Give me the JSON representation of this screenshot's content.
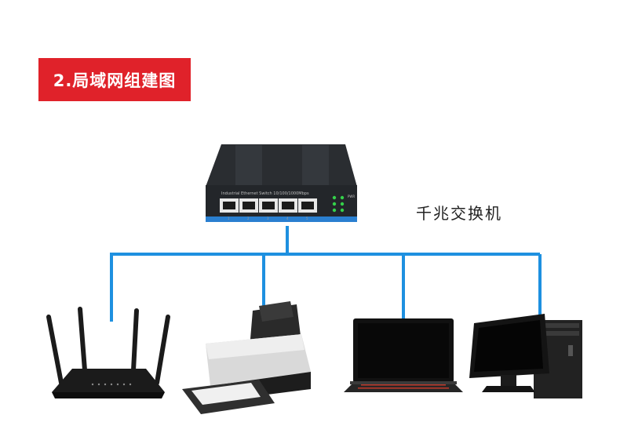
{
  "title": "2.局域网组建图",
  "switch": {
    "label": "千兆交换机",
    "panel_text": "Industrial Ethernet Switch 10/100/1000Mbps",
    "led_text": "PWR",
    "port_numbers": [
      "1",
      "2",
      "3",
      "4",
      "5"
    ]
  },
  "colors": {
    "banner": "#e0222a",
    "link": "#1e90e0",
    "device": "#1b1b1b"
  },
  "devices": [
    {
      "name": "router",
      "icon": "router-icon"
    },
    {
      "name": "printer",
      "icon": "printer-icon"
    },
    {
      "name": "laptop",
      "icon": "laptop-icon"
    },
    {
      "name": "desktop",
      "icon": "desktop-pc-icon"
    }
  ]
}
